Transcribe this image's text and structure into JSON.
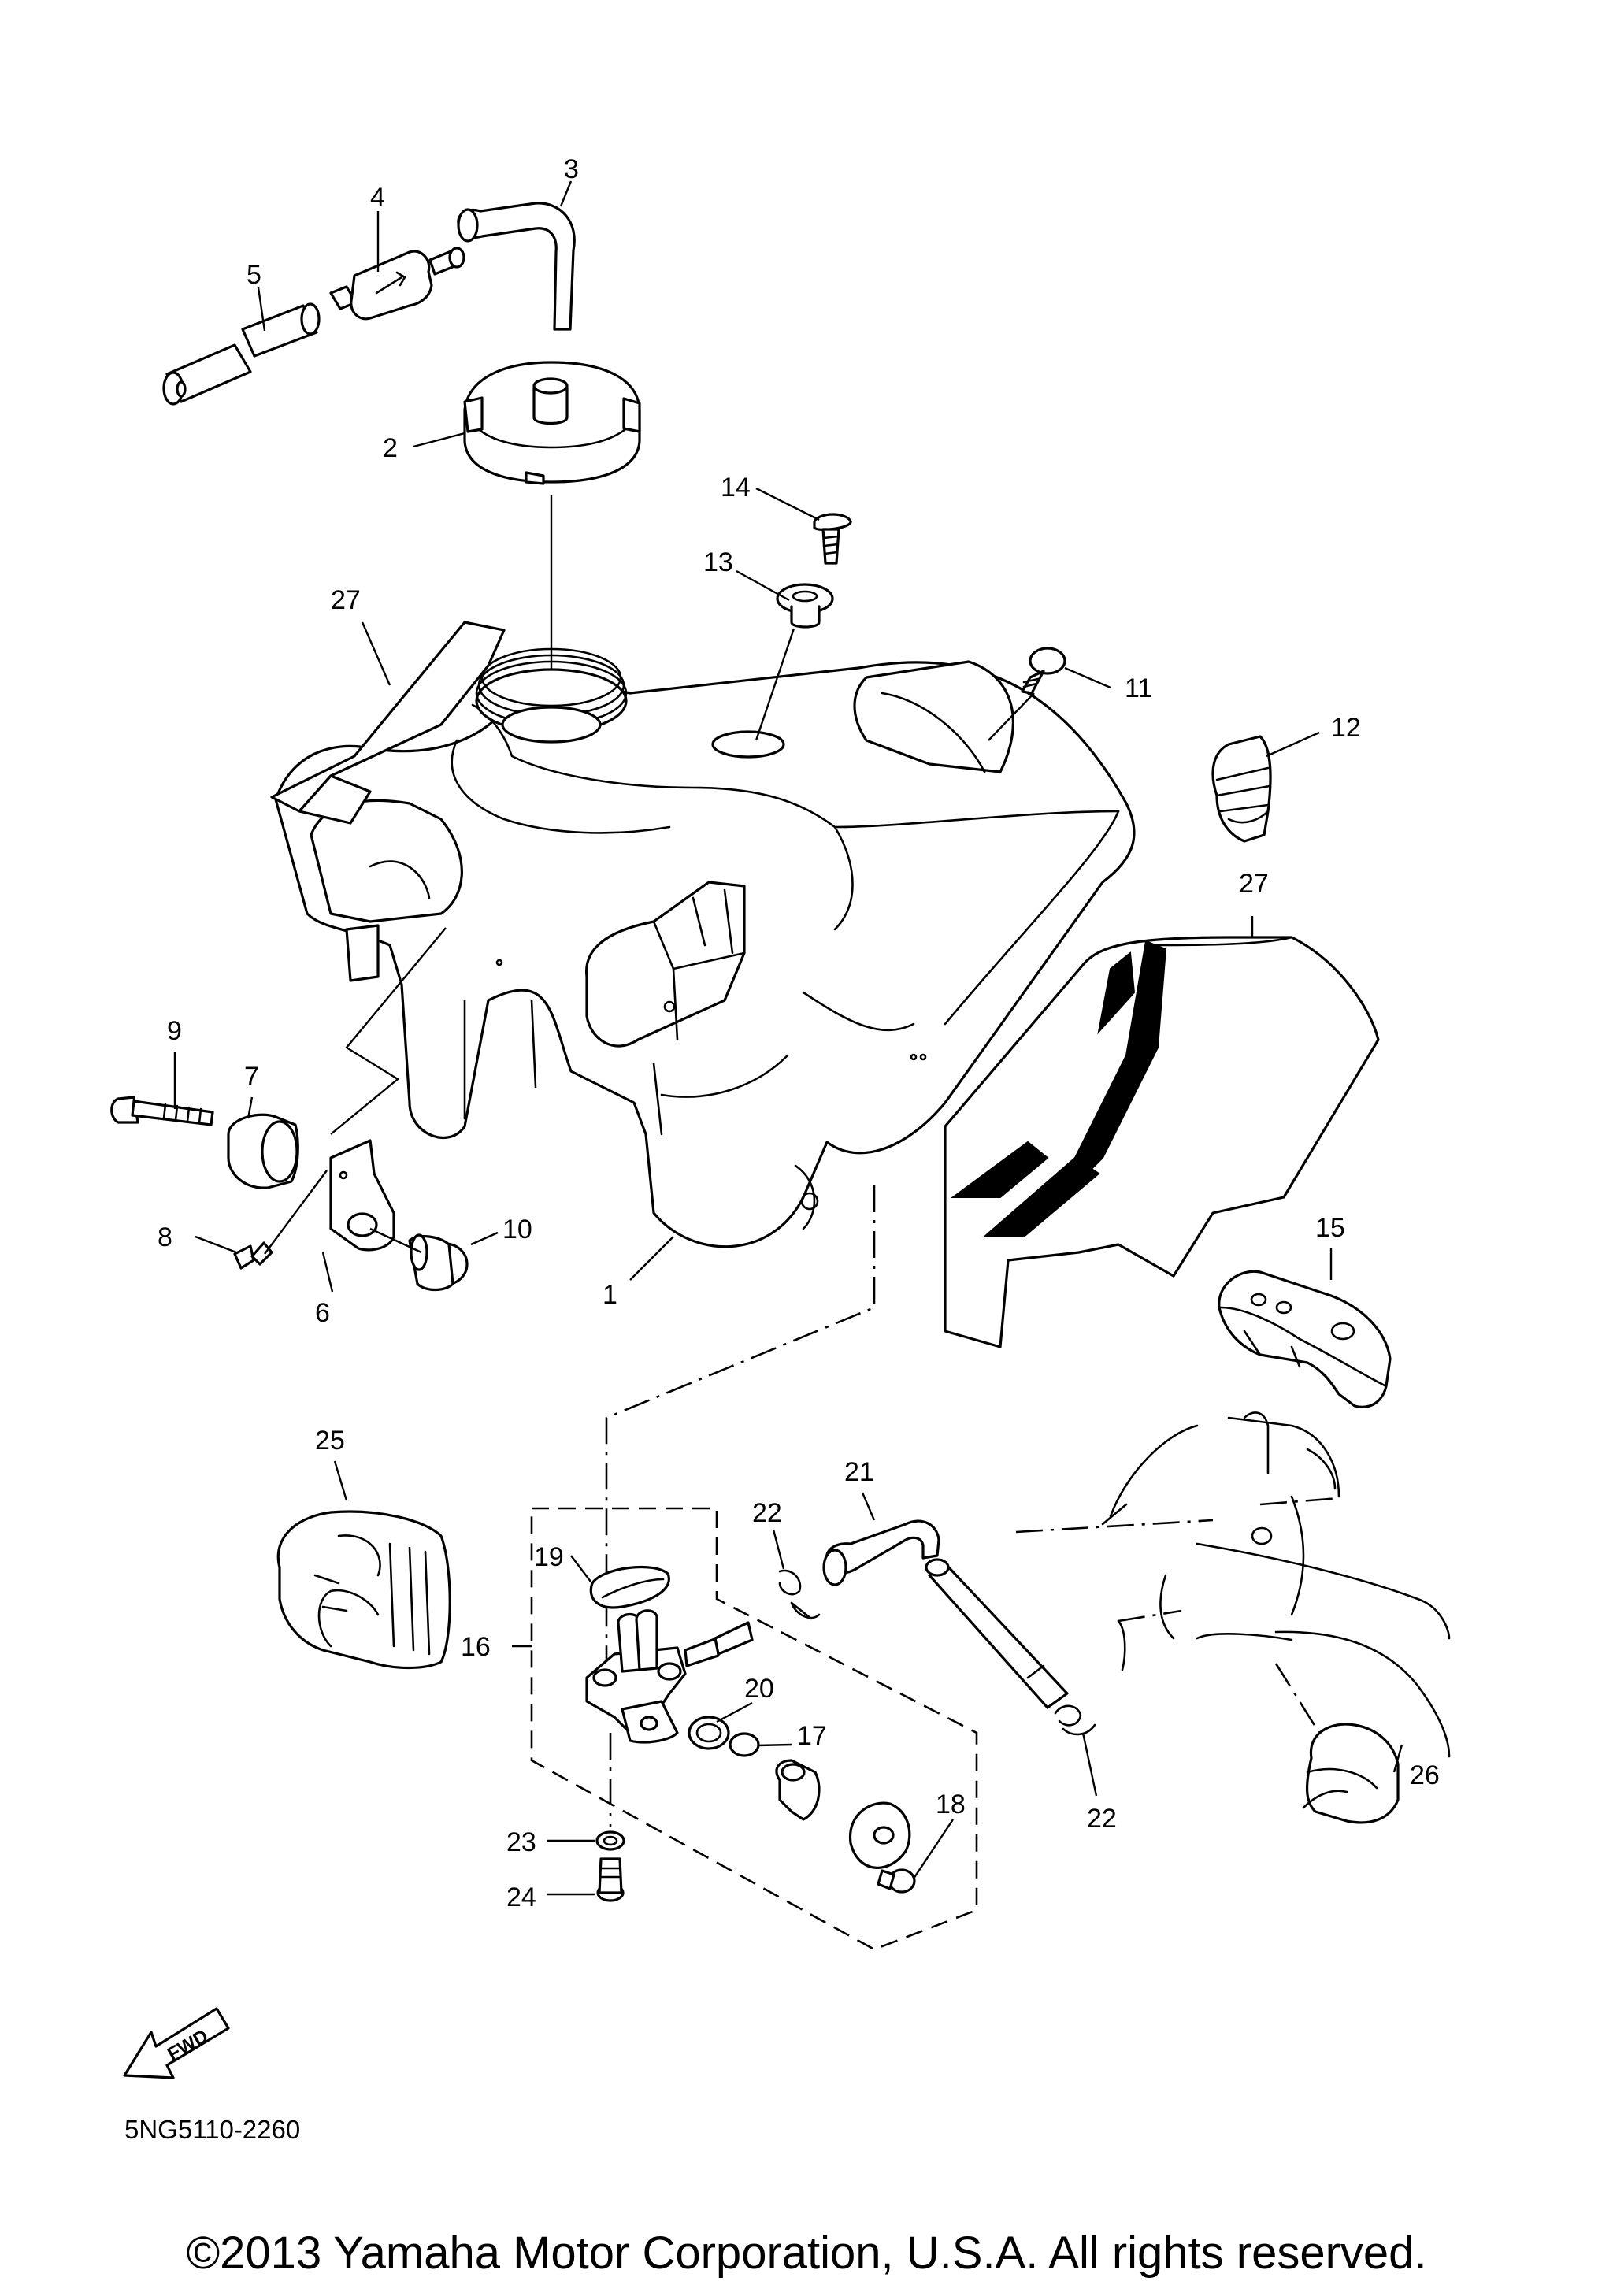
{
  "diagram_code": "5NG5110-2260",
  "copyright": "©2013 Yamaha Motor Corporation, U.S.A. All rights reserved.",
  "fwd_label": "FWD",
  "callouts": {
    "c1": "1",
    "c2": "2",
    "c3": "3",
    "c4": "4",
    "c5": "5",
    "c6": "6",
    "c7": "7",
    "c8": "8",
    "c9": "9",
    "c10": "10",
    "c11": "11",
    "c12": "12",
    "c13": "13",
    "c14": "14",
    "c15": "15",
    "c16": "16",
    "c17": "17",
    "c18": "18",
    "c19": "19",
    "c20": "20",
    "c21": "21",
    "c22a": "22",
    "c22b": "22",
    "c23": "23",
    "c24": "24",
    "c25": "25",
    "c26": "26",
    "c27a": "27",
    "c27b": "27"
  }
}
